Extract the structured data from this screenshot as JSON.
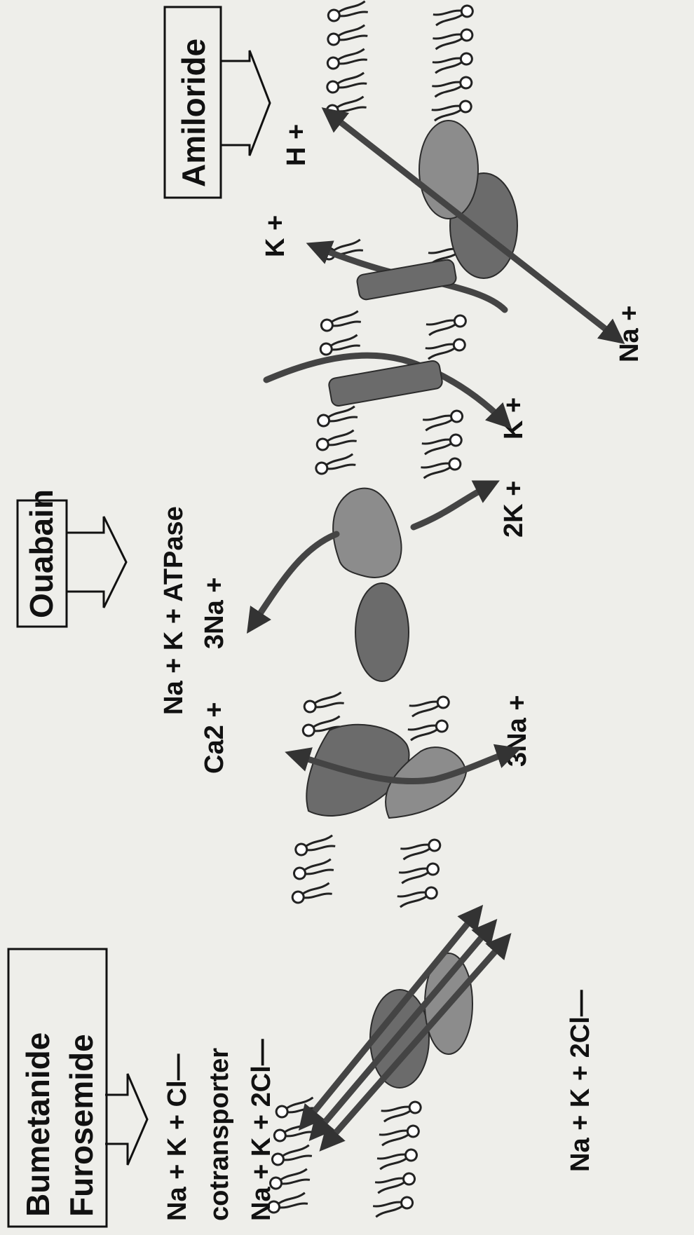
{
  "drugs": {
    "loop": [
      "Bumetanide",
      "Furosemide"
    ],
    "ouabain": "Ouabain",
    "amiloride": "Amiloride"
  },
  "transporters": {
    "nkcc_line1": "Na + K + Cl—",
    "nkcc_line2": "cotransporter",
    "nkcc_line3": "Na + K + 2Cl—",
    "nkcc_inside": "Na + K + 2Cl—",
    "ncx_out": "Ca2 +",
    "ncx_in": "3Na +",
    "atpase_name": "Na + K + ATPase",
    "atpase_out": "3Na +",
    "atpase_in": "2K +",
    "k_channel_in": "K +",
    "k_channel_out": "K +",
    "nhe_out": "H +",
    "nhe_in": "Na +"
  },
  "colors": {
    "ink": "#111111",
    "protein": "#6b6b6b",
    "arrow": "#444444",
    "background": "#eeeeea"
  }
}
